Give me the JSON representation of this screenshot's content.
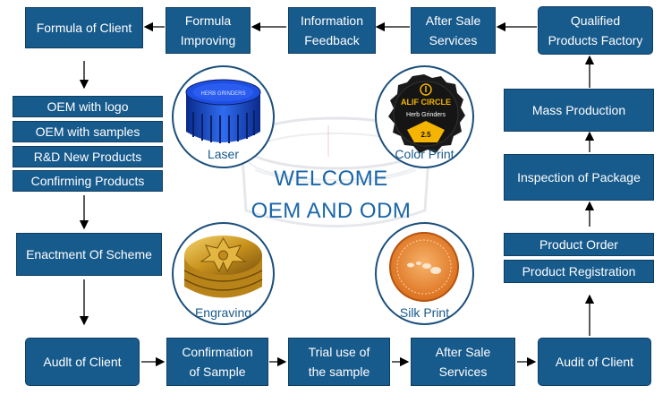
{
  "steps": {
    "formula_of_client": "Formula of Client",
    "formula_improving": "Formula\nImproving",
    "information_feedback": "Information\nFeedback",
    "after_sale_top": "After Sale\nServices",
    "qualified_factory": "Qualified\nProducts Factory",
    "oem_logo": "OEM with logo",
    "oem_samples": "OEM with samples",
    "rd_new_products": "R&D New Products",
    "confirming_products": "Confirming Products",
    "enactment_of_scheme": "Enactment Of Scheme",
    "audit_client_left": "Audlt of Client",
    "confirmation_sample": "Confirmation\nof Sample",
    "trial_use": "Trial use of\nthe sample",
    "after_sale_bottom": "After Sale\nServices",
    "audit_client_right": "Audit of Client",
    "mass_production": "Mass Production",
    "inspection_package": "Inspection of Package",
    "product_order": "Product Order",
    "product_registration": "Product Registration"
  },
  "center": {
    "welcome": "WELCOME",
    "subtitle": "OEM AND ODM"
  },
  "techniques": {
    "laser": "Laser",
    "color_print": "Color Print",
    "engraving": "Engraving",
    "silk_print": "Silk Print"
  },
  "product_text": {
    "laser_brand": "HERB GRINDERS",
    "color_brand": "ALIF CIRCLE",
    "color_sub": "Herb Grinders",
    "color_size": "2.5"
  },
  "colors": {
    "box_fill": "#175a8c",
    "arrow": "#000000",
    "circle_border": "#1b4f7c",
    "welcome_text": "#1a66a8"
  }
}
